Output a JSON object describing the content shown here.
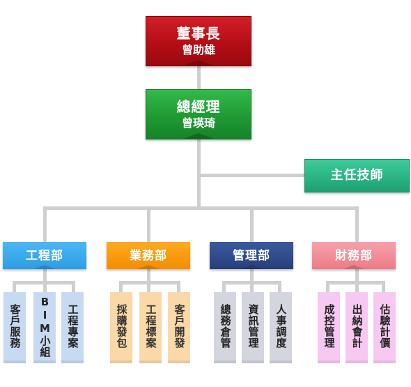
{
  "chairman": {
    "title": "董事長",
    "name": "曾助雄"
  },
  "general_manager": {
    "title": "總經理",
    "name": "曾瑛琦"
  },
  "chief_engineer": {
    "title": "主任技師"
  },
  "departments": [
    {
      "name": "工程部",
      "color": "#2d9de3",
      "units": [
        "客戶服務",
        "BIM小組",
        "工程專案"
      ]
    },
    {
      "name": "業務部",
      "color": "#f28d00",
      "units": [
        "採購發包",
        "工程標案",
        "客戶開發"
      ]
    },
    {
      "name": "管理部",
      "color": "#263f7a",
      "units": [
        "總務倉管",
        "資訊管理",
        "人事調度"
      ]
    },
    {
      "name": "財務部",
      "color": "#ec7b87",
      "units": [
        "成控管理",
        "出納會計",
        "估驗計價"
      ]
    }
  ]
}
